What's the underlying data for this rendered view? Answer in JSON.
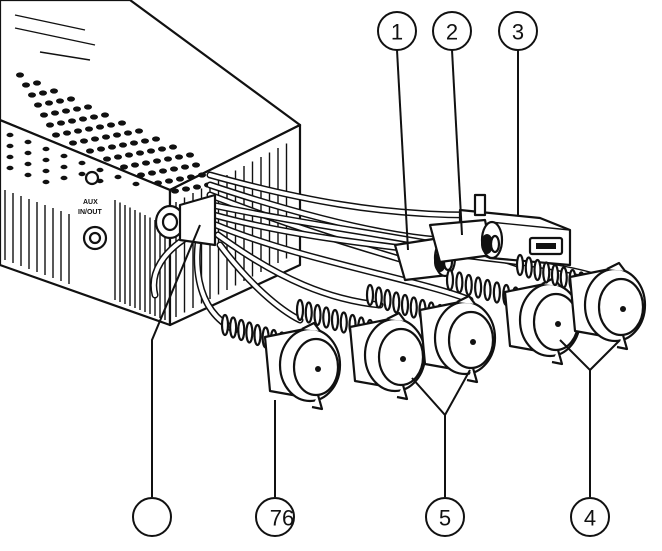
{
  "diagram": {
    "device_labels": [
      "AUX",
      "IN/OUT"
    ],
    "callouts": [
      {
        "id": "1",
        "label": "1"
      },
      {
        "id": "2",
        "label": "2"
      },
      {
        "id": "3",
        "label": "3"
      },
      {
        "id": "4",
        "label": "4"
      },
      {
        "id": "5",
        "label": "5"
      },
      {
        "id": "76",
        "label": "76"
      },
      {
        "id": "blank",
        "label": ""
      }
    ],
    "colors": {
      "line": "#111111",
      "background": "#ffffff"
    }
  }
}
